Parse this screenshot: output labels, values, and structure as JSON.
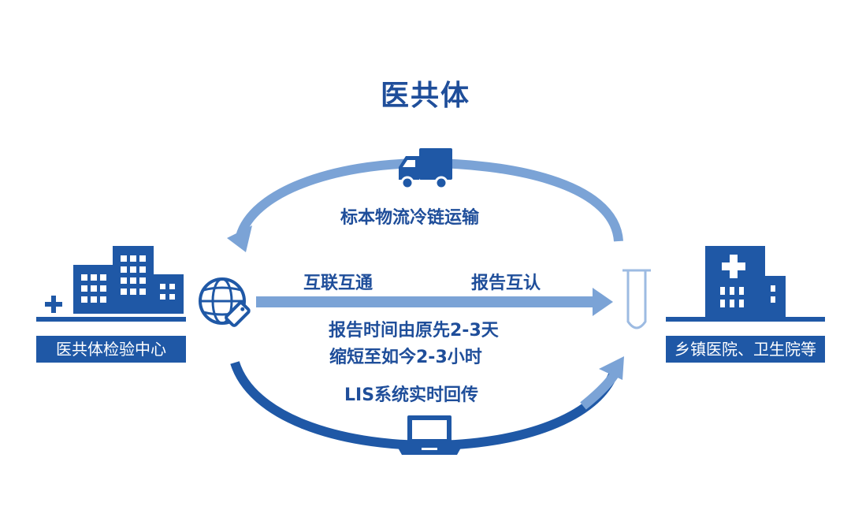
{
  "title": "医共体",
  "top_route_label": "标本物流冷链运输",
  "middle_label_left": "互联互通",
  "middle_label_right": "报告互认",
  "time_note": {
    "line1": "报告时间由原先2-3天",
    "line2": "缩短至如今2-3小时"
  },
  "bottom_route_label": "LIS系统实时回传",
  "left_node_label": "医共体检验中心",
  "right_node_label": "乡镇医院、卫生院等",
  "colors": {
    "primary": "#1f58a6",
    "dark": "#1f4e9a",
    "light_arrow": "#7ba3d6",
    "tube": "#9dbbe2"
  },
  "icons": [
    "truck-icon",
    "globe-icon",
    "hospital-building-icon",
    "clinic-building-icon",
    "test-tube-icon",
    "laptop-icon"
  ]
}
